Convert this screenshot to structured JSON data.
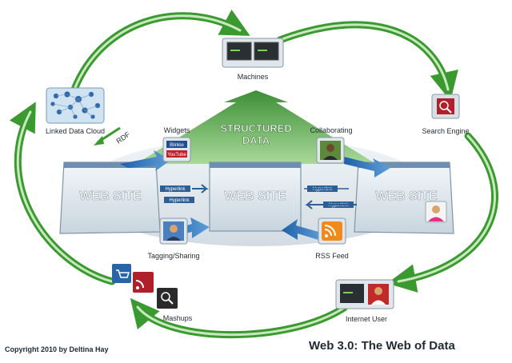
{
  "diagram": {
    "nodes": {
      "machines": "Machines",
      "search_engine": "Search Engine",
      "linked_data_cloud": "Linked Data Cloud",
      "widgets": "Widgets",
      "collaborating": "Collaborating",
      "tagging_sharing": "Tagging/Sharing",
      "rss_feed": "RSS Feed",
      "internet_user": "Internet User",
      "mashups": "Mashups"
    },
    "structured_data": [
      "STRUCTURED",
      "DATA"
    ],
    "web_sites": [
      "WEB SITE",
      "WEB SITE",
      "WEB SITE"
    ],
    "link_tags": [
      "Hyperlink",
      "Hyperlink",
      "Hyperlink",
      "Hyperlink"
    ],
    "widget_badges": [
      "Blinkie",
      "YouTube"
    ],
    "rdf_tag": "RDF",
    "copyright": "Copyright 2010 by Deltina Hay",
    "title": "Web 3.0: The Web of Data"
  }
}
